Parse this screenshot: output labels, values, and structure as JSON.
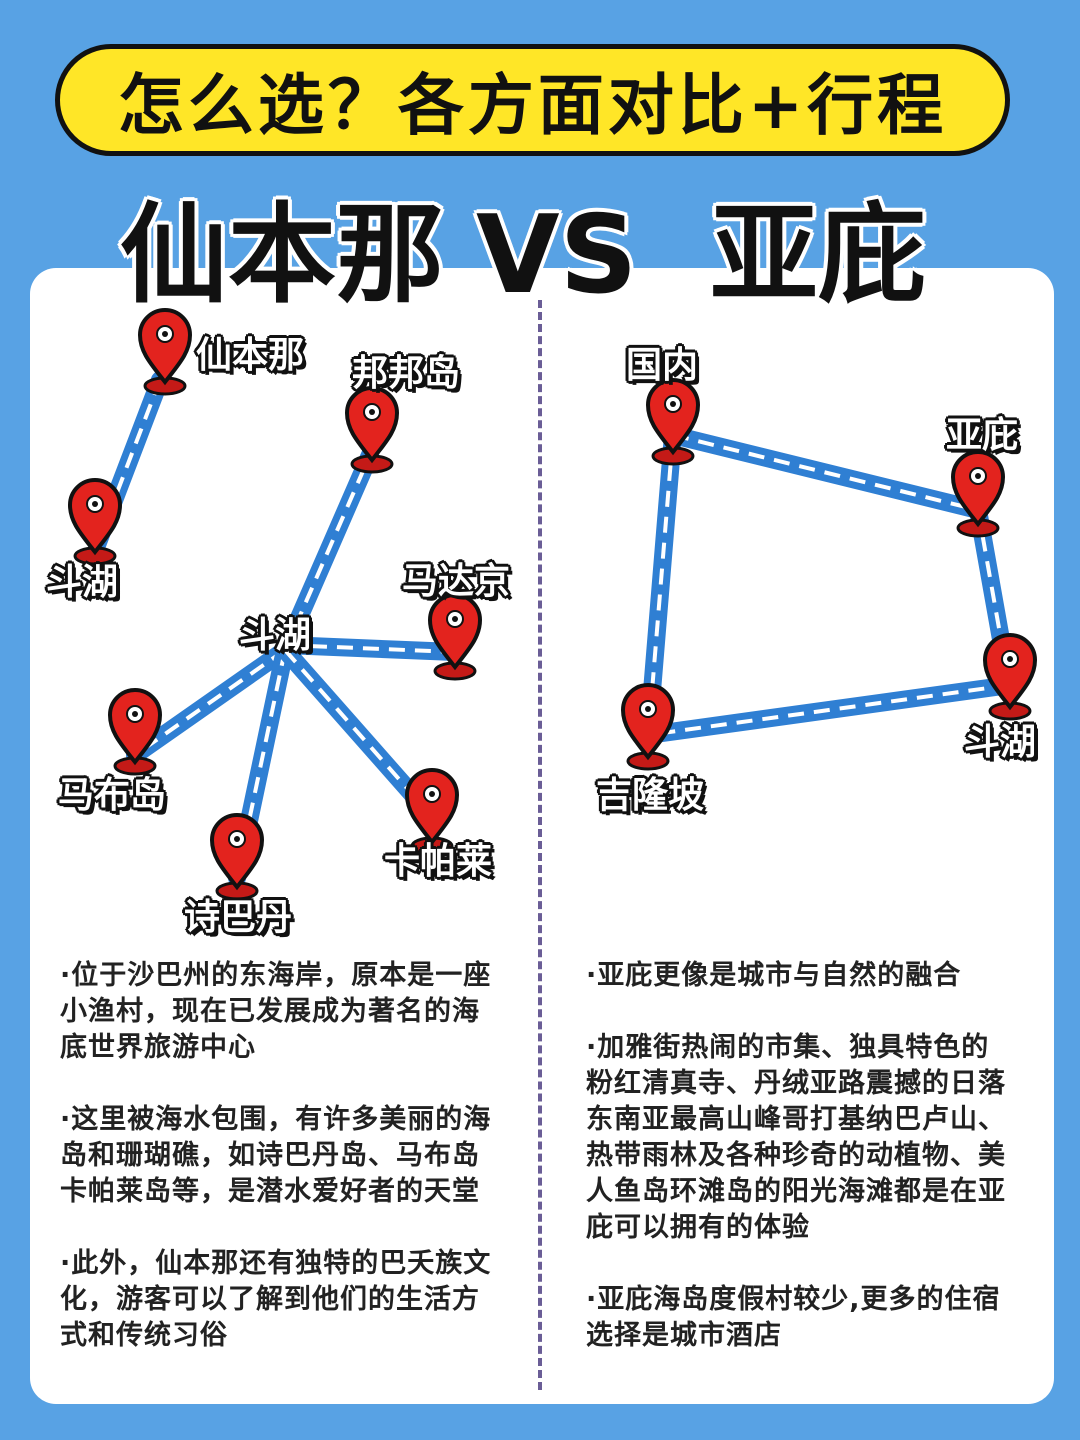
{
  "banner": {
    "text": "怎么选？各方面对比+行程"
  },
  "heading": {
    "left": "仙本那",
    "vs": "VS",
    "right": "亚庇"
  },
  "left_map": {
    "nodes": {
      "xianbenna": "仙本那",
      "douhu_a": "斗湖",
      "bangbang": "邦邦岛",
      "madajing": "马达京",
      "douhu_hub": "斗湖",
      "mabu": "马布岛",
      "shibadan": "诗巴丹",
      "kapalai": "卡帕莱"
    }
  },
  "right_map": {
    "nodes": {
      "guonei": "国内",
      "yabi": "亚庇",
      "douhu": "斗湖",
      "jilongpo": "吉隆坡"
    }
  },
  "left_text": [
    "·位于沙巴州的东海岸，原本是一座\n小渔村，现在已发展成为著名的海\n底世界旅游中心",
    "·这里被海水包围，有许多美丽的海\n岛和珊瑚礁，如诗巴丹岛、马布岛\n卡帕莱岛等，是潜水爱好者的天堂",
    "·此外，仙本那还有独特的巴夭族文\n化，游客可以了解到他们的生活方\n式和传统习俗"
  ],
  "right_text": [
    "·亚庇更像是城市与自然的融合",
    "·加雅街热闹的市集、独具特色的\n粉红清真寺、丹绒亚路震撼的日落\n东南亚最高山峰哥打基纳巴卢山、\n热带雨林及各种珍奇的动植物、美\n人鱼岛环滩岛的阳光海滩都是在亚\n庇可以拥有的体验",
    "·亚庇海岛度假村较少,更多的住宿\n选择是城市酒店"
  ],
  "colors": {
    "route": "#2f7fd3",
    "pin": "#e3231e",
    "banner": "#ffe627",
    "background": "#58a2e4"
  }
}
